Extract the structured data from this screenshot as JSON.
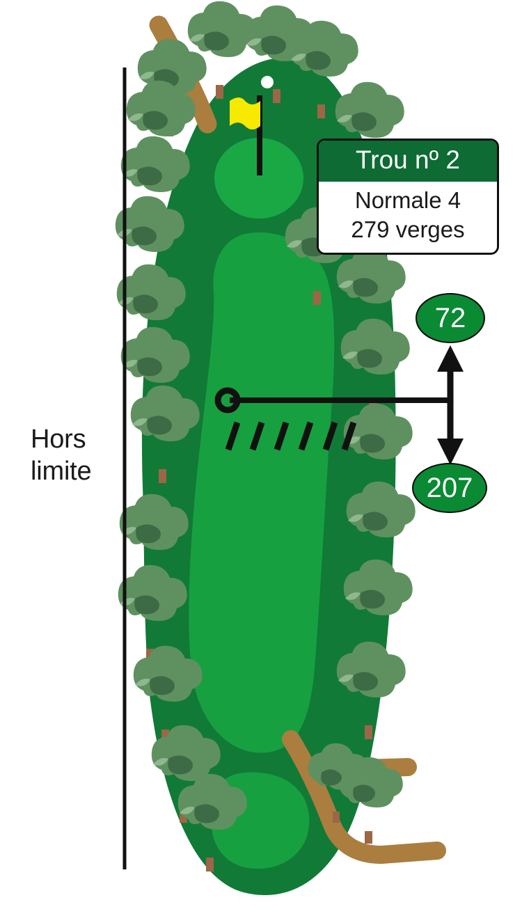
{
  "diagram": {
    "type": "golf-hole-layout",
    "language": "fr",
    "title_card": {
      "hole_label": "Trou nº 2",
      "par_label": "Normale 4",
      "distance_label": "279 verges"
    },
    "out_of_bounds": {
      "line1": "Hors",
      "line2": "limite"
    },
    "yardage_markers": [
      {
        "id": "near",
        "value": "72"
      },
      {
        "id": "far",
        "value": "207"
      }
    ],
    "colors": {
      "rough": "#117a37",
      "fairway": "#17a03f",
      "green": "#1aa845",
      "card_header": "#0d6b33",
      "marker_fill": "#0a8a33",
      "cart_path": "#ab7d3f",
      "flag": "#f7ea00",
      "outline": "#111111",
      "tree_mid": "#5f9160",
      "tree_light": "#8fb88f",
      "tree_dark": "#3d6b46",
      "trunk": "#9c6647"
    }
  }
}
